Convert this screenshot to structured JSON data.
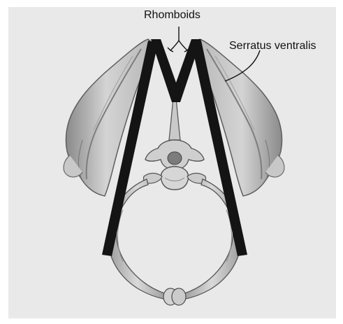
{
  "labels": {
    "rhomboids": "Rhomboids",
    "serratus_ventralis": "Serratus ventralis"
  },
  "colors": {
    "background": "#e9e9e9",
    "muscle": "#111111",
    "bone_light": "#d9d9d9",
    "bone_mid": "#a9a9a9",
    "bone_dark": "#6f6f6f"
  },
  "structures": [
    "left-scapula",
    "right-scapula",
    "thoracic-vertebra",
    "rib-pair",
    "sternum",
    "rhomboid-muscles",
    "left-serratus-ventralis-muscle",
    "right-serratus-ventralis-muscle"
  ]
}
